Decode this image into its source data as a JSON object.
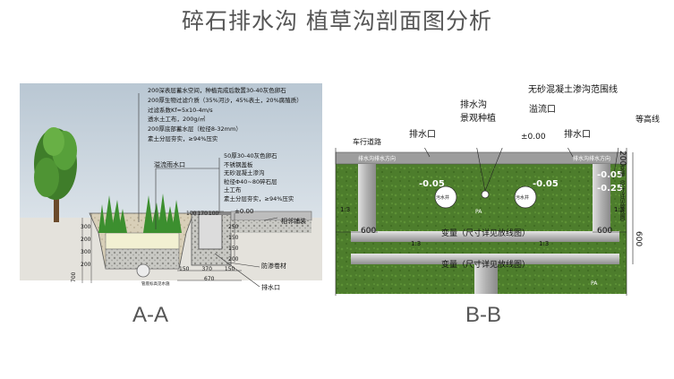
{
  "title": "碎石排水沟 植草沟剖面图分析",
  "captions": {
    "left": "A-A",
    "right": "B-B"
  },
  "section_aa": {
    "notes_top": [
      "200深表层蓄水空间，种植完成后散置30-40灰色卵石",
      "200厚生物过滤介质（35%河沙，45%表土，20%腐殖质）",
      "过滤系数Kf=5x10-4m/s",
      "透水土工布，200g/㎡",
      "200厚底部蓄水层（粒径8-32mm）",
      "素土分层夯实，≥94%压实"
    ],
    "notes_mid": [
      "50厚30-40灰色卵石",
      "不锈钢盖板",
      "无砂混凝土渗沟",
      "粒径Φ40~80碎石层",
      "土工布",
      "素土分层夯实，≥94%压实"
    ],
    "overflow_label": "溢流雨水口",
    "adjacent_label": "相邻铺装",
    "membrane_label": "防渗卷材",
    "drain_label": "排水口",
    "pipe_label": "管底标高见水施",
    "level": "±0.00",
    "dims_top": [
      "100",
      "170",
      "100"
    ],
    "dims_left": [
      "700",
      "300",
      "200",
      "300",
      "200"
    ],
    "dims_right": [
      "250",
      "150",
      "150",
      "200"
    ],
    "dims_bottom": [
      "150",
      "370",
      "150"
    ],
    "dim_total": "670"
  },
  "section_bb": {
    "labels": {
      "drain_ditch": "排水沟",
      "landscape": "景观种植",
      "outlet_tl": "排水口",
      "concrete_range": "无砂混凝土渗沟范围线",
      "overflow": "溢流口",
      "outlet_tr": "排水口",
      "contour": "等高线",
      "road": "车行道路",
      "flow_dir_1": "排水沟排水方向",
      "flow_dir_2": "排水沟排水方向",
      "well_1": "污水井",
      "well_2": "污水井",
      "pa_1": "PA",
      "pa_2": "PA",
      "slope_1": "1:3",
      "slope_2": "1:3",
      "slope_3": "1:3",
      "slope_4": "1:3",
      "variable_1": "变量（尺寸详见放线图）",
      "variable_2": "变量（尺寸详见放线图）",
      "variable_right": "变量（尺寸详见放线图）",
      "dim_600_l": "600",
      "dim_600_r": "600",
      "dim_600_v": "600",
      "dim_200": "200"
    },
    "levels": {
      "zero": "±0.00",
      "l1": "-0.05",
      "l2": "-0.05",
      "r1": "-0.05",
      "r2": "-0.25"
    }
  }
}
